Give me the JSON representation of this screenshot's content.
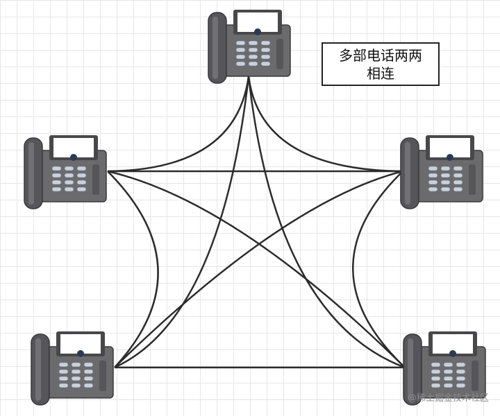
{
  "caption": "多部电话两两相连",
  "watermark": "@稀土掘金技术社区",
  "colors": {
    "phone_body": "#6b6b6e",
    "phone_dark": "#48484b",
    "key": "#c9d1dc",
    "wire": "#2b2b2b"
  },
  "phones": [
    {
      "name": "phone-top"
    },
    {
      "name": "phone-left-upper"
    },
    {
      "name": "phone-right-upper"
    },
    {
      "name": "phone-left-lower"
    },
    {
      "name": "phone-right-lower"
    }
  ]
}
